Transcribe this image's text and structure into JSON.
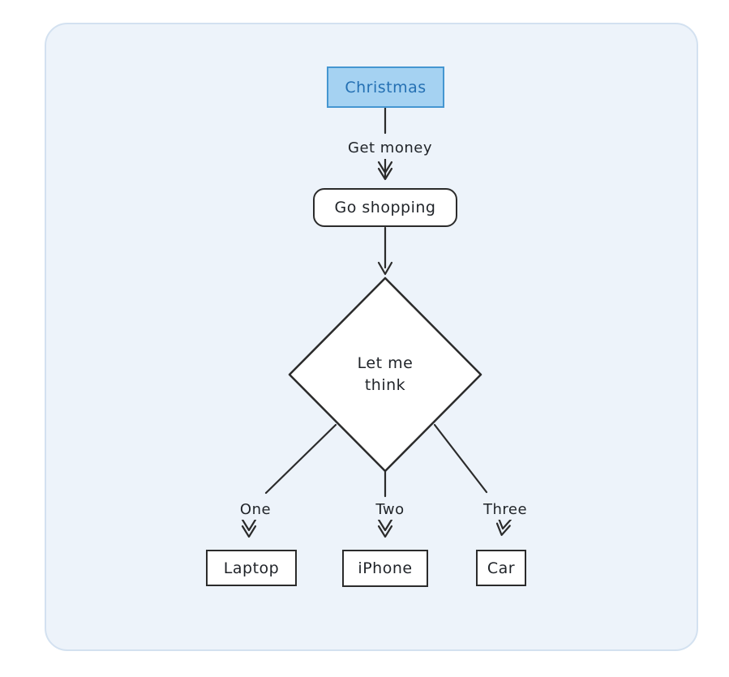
{
  "diagram": {
    "type": "flowchart",
    "direction": "top-down",
    "nodes": {
      "christmas": {
        "label": "Christmas",
        "shape": "rectangle",
        "role": "start"
      },
      "go_shopping": {
        "label": "Go shopping",
        "shape": "rounded-rectangle"
      },
      "decision": {
        "shape": "diamond",
        "lines": [
          "Let me",
          "think"
        ]
      },
      "laptop": {
        "label": "Laptop",
        "shape": "rectangle"
      },
      "iphone": {
        "label": "iPhone",
        "shape": "rectangle"
      },
      "car": {
        "label": "Car",
        "shape": "rectangle"
      }
    },
    "edges": [
      {
        "from": "christmas",
        "to": "go_shopping",
        "label": "Get money"
      },
      {
        "from": "go_shopping",
        "to": "decision",
        "label": ""
      },
      {
        "from": "decision",
        "to": "laptop",
        "label": "One"
      },
      {
        "from": "decision",
        "to": "iphone",
        "label": "Two"
      },
      {
        "from": "decision",
        "to": "car",
        "label": "Three"
      }
    ],
    "edge_labels": {
      "get_money": "Get money",
      "one": "One",
      "two": "Two",
      "three": "Three"
    },
    "colors": {
      "canvas_bg": "#edf3fa",
      "canvas_border": "#d3e1f0",
      "start_fill": "#a5d2f2",
      "start_border": "#4596d1",
      "start_text": "#2470b3",
      "node_fill": "#ffffff",
      "node_border": "#2b2b2b",
      "edge_stroke": "#2b2b2b",
      "text": "#1f2328"
    }
  }
}
